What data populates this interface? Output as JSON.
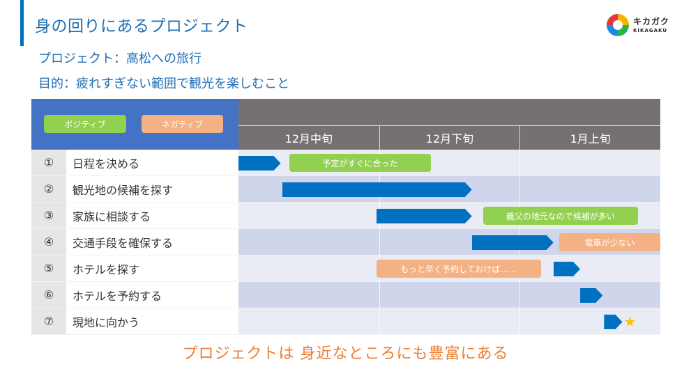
{
  "header": {
    "title": "身の回りにあるプロジェクト",
    "project_line": "プロジェクト：高松への旅行",
    "goal_line": "目的：疲れすぎない範囲で観光を楽しむこと"
  },
  "logo": {
    "jp": "キカガク",
    "en": "KIKAGAKU"
  },
  "legend": {
    "positive": "ポジティブ",
    "negative": "ネガティブ"
  },
  "colors": {
    "bar": "#0070c0",
    "positive": "#92d050",
    "negative": "#f4b183",
    "header": "#767171",
    "legend_bg": "#4472c4",
    "footer": "#ed7d31",
    "star": "#ffc000"
  },
  "periods": [
    "12月中旬",
    "12月下旬",
    "1月上旬"
  ],
  "tasks": [
    {
      "num": "①",
      "name": "日程を決める",
      "bar": {
        "start": 0.0,
        "end": 0.3
      },
      "note": {
        "text": "予定がすぐに合った",
        "type": "positive",
        "start": 0.36,
        "end": 1.37
      }
    },
    {
      "num": "②",
      "name": "観光地の候補を探す",
      "bar": {
        "start": 0.31,
        "end": 1.66
      }
    },
    {
      "num": "③",
      "name": "家族に相談する",
      "bar": {
        "start": 0.98,
        "end": 1.66
      },
      "note": {
        "text": "義父の地元なので候補が多い",
        "type": "positive",
        "start": 1.74,
        "end": 2.84
      }
    },
    {
      "num": "④",
      "name": "交通手段を確保する",
      "bar": {
        "start": 1.66,
        "end": 2.24
      },
      "note": {
        "text": "電車が少ない",
        "type": "negative",
        "start": 2.28,
        "end": 3.0
      }
    },
    {
      "num": "⑤",
      "name": "ホテルを探す",
      "bar": {
        "start": 2.24,
        "end": 2.43
      },
      "note": {
        "text": "もっと早く予約しておけば……",
        "type": "negative",
        "start": 0.98,
        "end": 2.15
      }
    },
    {
      "num": "⑥",
      "name": "ホテルを予約する",
      "bar": {
        "start": 2.43,
        "end": 2.59
      }
    },
    {
      "num": "⑦",
      "name": "現地に向かう",
      "bar": {
        "start": 2.6,
        "end": 2.73
      },
      "milestone": "★"
    }
  ],
  "footer": "プロジェクトは 身近なところにも豊富にある"
}
